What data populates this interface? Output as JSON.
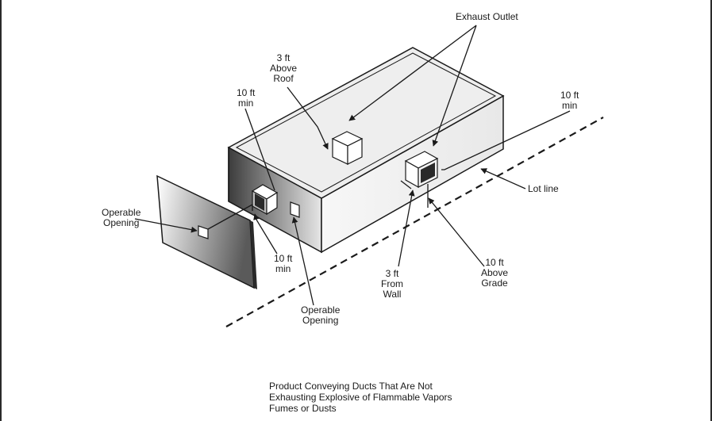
{
  "labels": {
    "exhaust_outlet": "Exhaust Outlet",
    "above_roof": "3 ft\nAbove\nRoof",
    "min_left_top": "10 ft\nmin",
    "min_right_top": "10 ft\nmin",
    "lot_line": "Lot line",
    "operable_opening_left": "Operable\nOpening",
    "min_bottom": "10 ft\nmin",
    "operable_opening_bottom": "Operable\nOpening",
    "from_wall": "3 ft\nFrom\nWall",
    "above_grade": "10 ft\nAbove\nGrade"
  },
  "caption": "Product Conveying Ducts That Are Not\nExhausting Explosive of Flammable Vapors\nFumes or Dusts",
  "colors": {
    "line": "#1a1a1a",
    "roof": "#eeeeee",
    "front_wall": "#f3f3f3",
    "side_wall_dark": "#3c3c3c",
    "side_wall_light": "#dcdcdc",
    "panel_dark": "#6a6a6a",
    "panel_light": "#ffffff"
  }
}
